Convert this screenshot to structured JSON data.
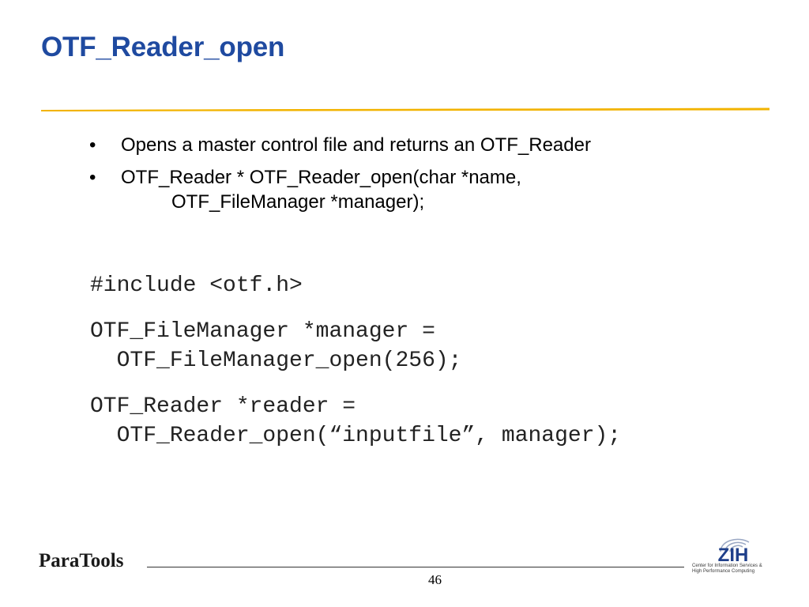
{
  "slide": {
    "title": "OTF_Reader_open",
    "bullets": [
      {
        "text": "Opens a master control file and returns an OTF_Reader"
      },
      {
        "text": "OTF_Reader * OTF_Reader_open(char *name,",
        "continuation": "OTF_FileManager *manager);"
      }
    ],
    "bullet_glyph": "•",
    "code": {
      "include": "#include <otf.h>",
      "block1_line1": "OTF_FileManager *manager =",
      "block1_line2": "  OTF_FileManager_open(256);",
      "block2_line1": "OTF_Reader *reader =",
      "block2_line2": "  OTF_Reader_open(“inputfile”, manager);"
    }
  },
  "footer": {
    "left_logo": "ParaTools",
    "page_number": "46",
    "right_logo": {
      "name": "ZIH",
      "line1": "Center for Information Services &",
      "line2": "High Performance Computing"
    }
  },
  "colors": {
    "title": "#1f4aa0",
    "accent_rule": "#f2b300"
  }
}
